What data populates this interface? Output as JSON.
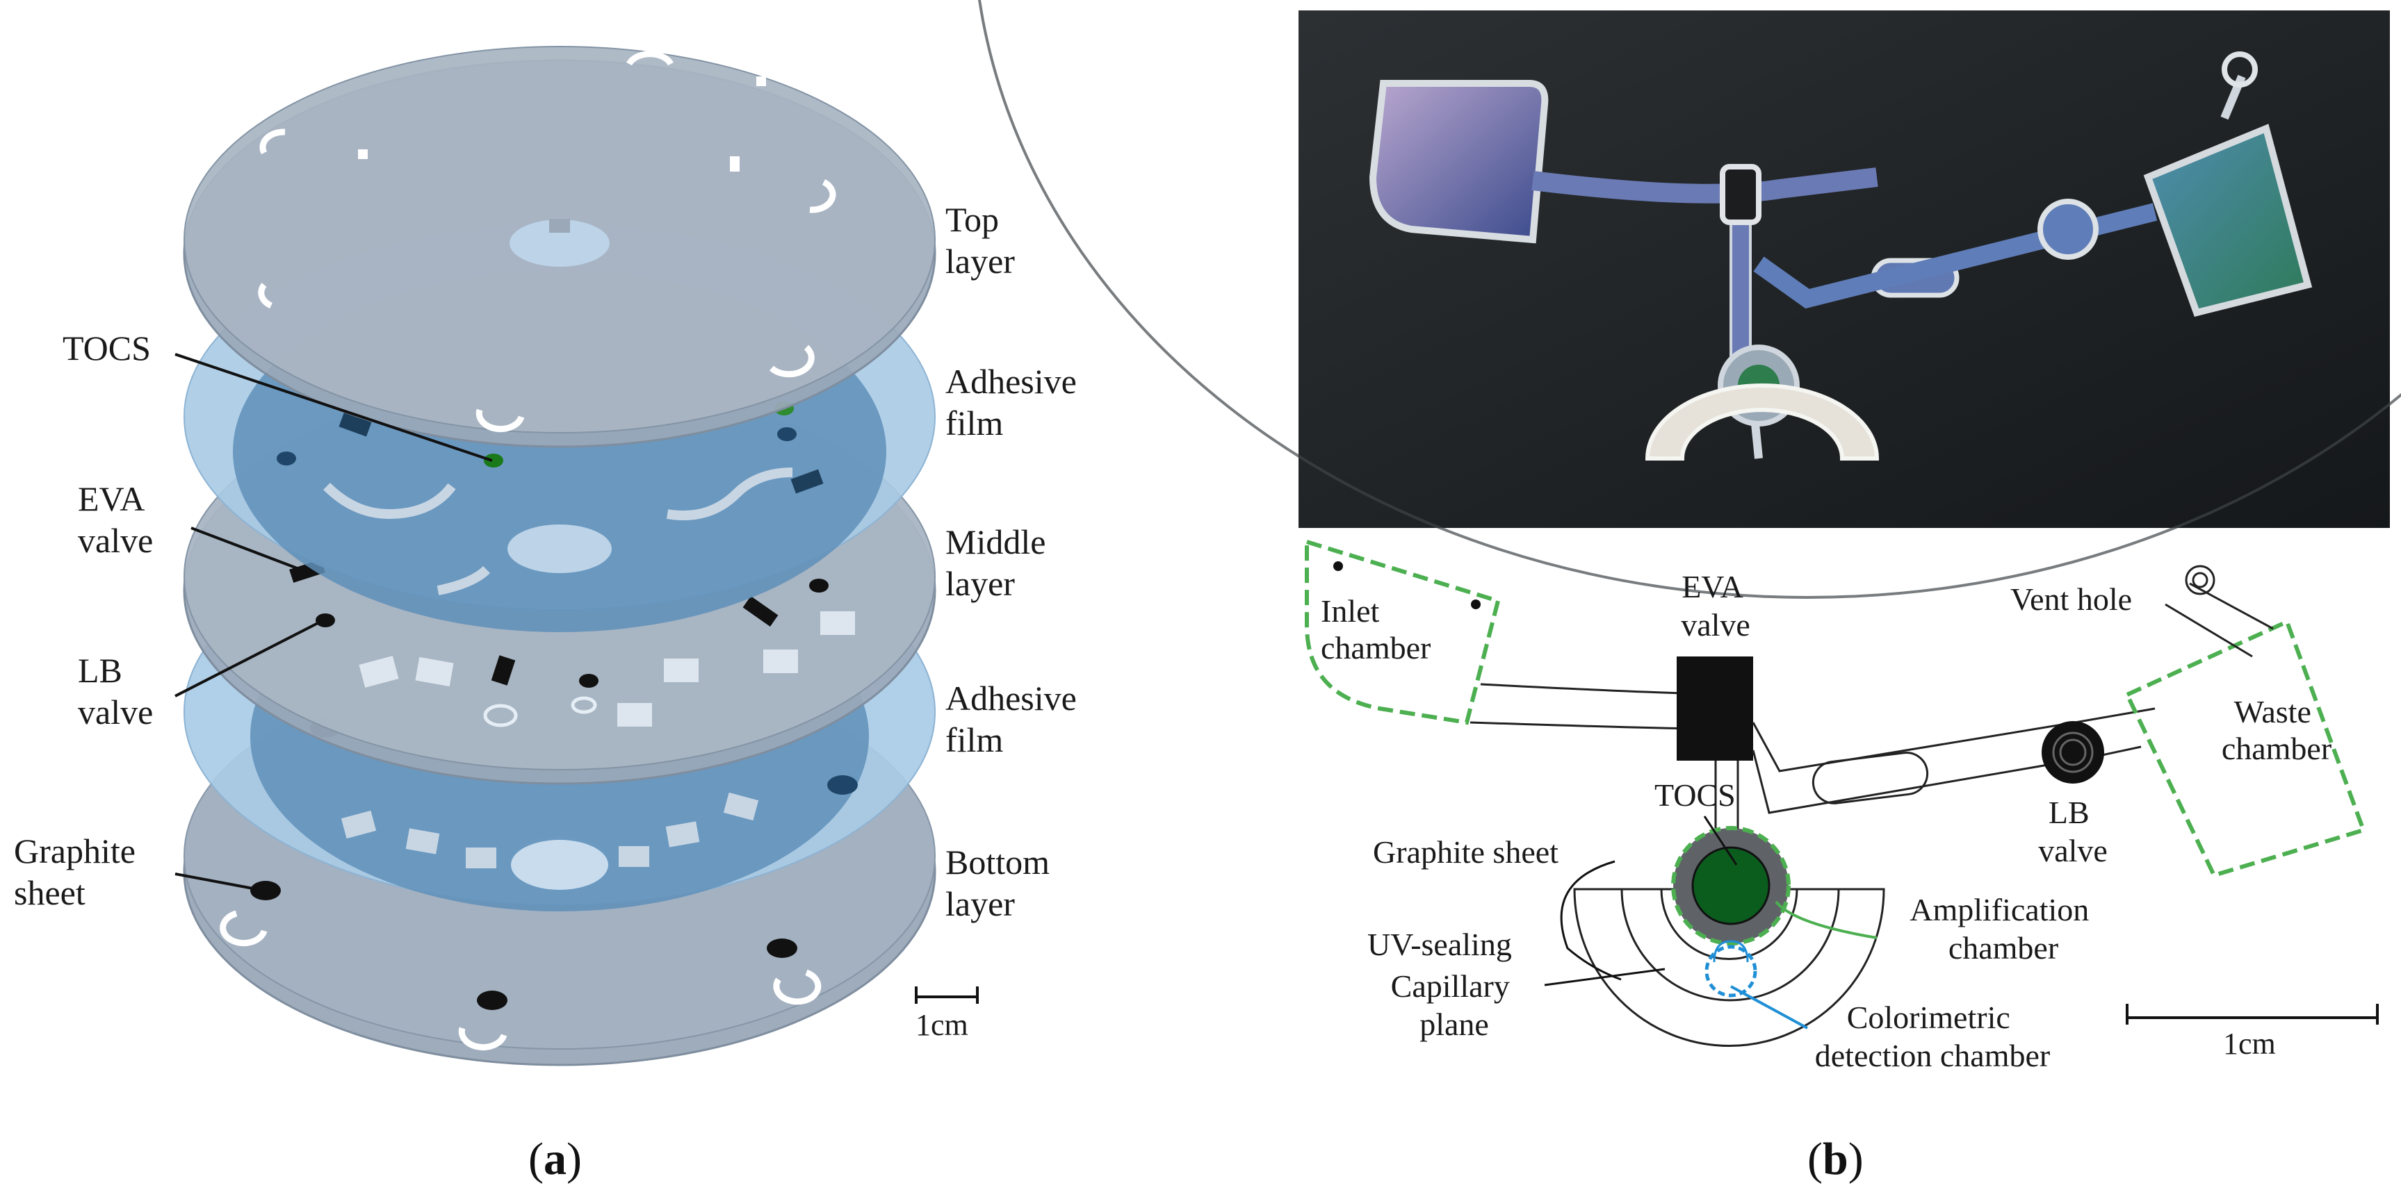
{
  "panel_a": {
    "layer_labels": [
      [
        "Top",
        "layer"
      ],
      [
        "Adhesive",
        "film"
      ],
      [
        "Middle",
        "layer"
      ],
      [
        "Adhesive",
        "film"
      ],
      [
        "Bottom",
        "layer"
      ]
    ],
    "component_labels": {
      "tocs": "TOCS",
      "eva_valve": [
        "EVA",
        "valve"
      ],
      "lb_valve": [
        "LB",
        "valve"
      ],
      "graphite_sheet": [
        "Graphite",
        "sheet"
      ]
    },
    "scale_bar": "1cm",
    "caption_open": "(",
    "caption_letter": "a",
    "caption_close": ")"
  },
  "panel_b": {
    "labels": {
      "inlet_chamber": [
        "Inlet",
        "chamber"
      ],
      "eva_valve": [
        "EVA",
        "valve"
      ],
      "vent_hole": "Vent hole",
      "waste_chamber": [
        "Waste",
        "chamber"
      ],
      "lb_valve": [
        "LB",
        "valve"
      ],
      "tocs": "TOCS",
      "graphite_sheet": "Graphite sheet",
      "uv_sealing": "UV-sealing",
      "capillary_plane": [
        "Capillary",
        "plane"
      ],
      "amplification_chamber": [
        "Amplification",
        "chamber"
      ],
      "colorimetric_detection_chamber": [
        "Colorimetric",
        "detection chamber"
      ]
    },
    "scale_bar": "1cm",
    "caption_open": "(",
    "caption_letter": "b",
    "caption_close": ")"
  },
  "colors": {
    "grey_layer": "#9aa8b8",
    "blue_film": "#a9cbe6",
    "middle_blue": "#5f8fb8",
    "green_outline": "#4caf50",
    "blue_dashed": "#1f8fd6",
    "tocs_green": "#0b5d1e"
  }
}
